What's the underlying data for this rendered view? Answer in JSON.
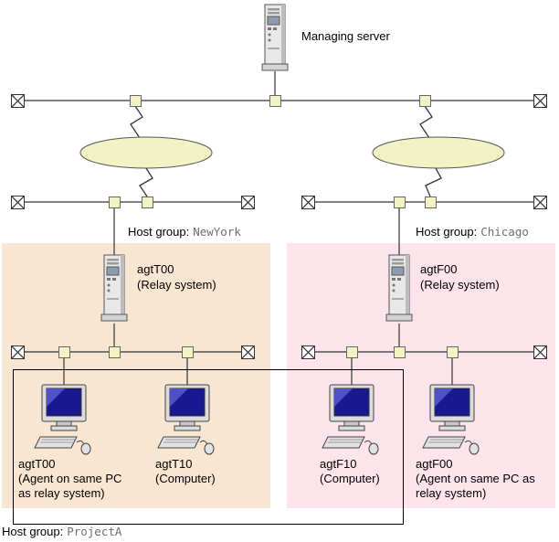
{
  "diagram": {
    "managing_server_label": "Managing server",
    "groups": {
      "newyork": {
        "prefix": "Host group:",
        "name": "NewYork"
      },
      "chicago": {
        "prefix": "Host group:",
        "name": "Chicago"
      },
      "projecta": {
        "prefix": "Host group:",
        "name": "ProjectA"
      }
    },
    "relays": {
      "left": {
        "name": "agtT00",
        "desc": "(Relay system)"
      },
      "right": {
        "name": "agtF00",
        "desc": "(Relay system)"
      }
    },
    "computers": {
      "t00": {
        "name": "agtT00",
        "line1": "(Agent on same PC",
        "line2": "as relay system)"
      },
      "t10": {
        "name": "agtT10",
        "line1": "(Computer)"
      },
      "f10": {
        "name": "agtF10",
        "line1": "(Computer)"
      },
      "f00": {
        "name": "agtF00",
        "line1": "(Agent on same PC as",
        "line2": "relay system)"
      }
    },
    "colors": {
      "region_newyork": "#f8e6d2",
      "region_chicago": "#fde4eb",
      "cloud_fill": "#f2f2c4",
      "connector_fill": "#f2f2c4"
    }
  }
}
